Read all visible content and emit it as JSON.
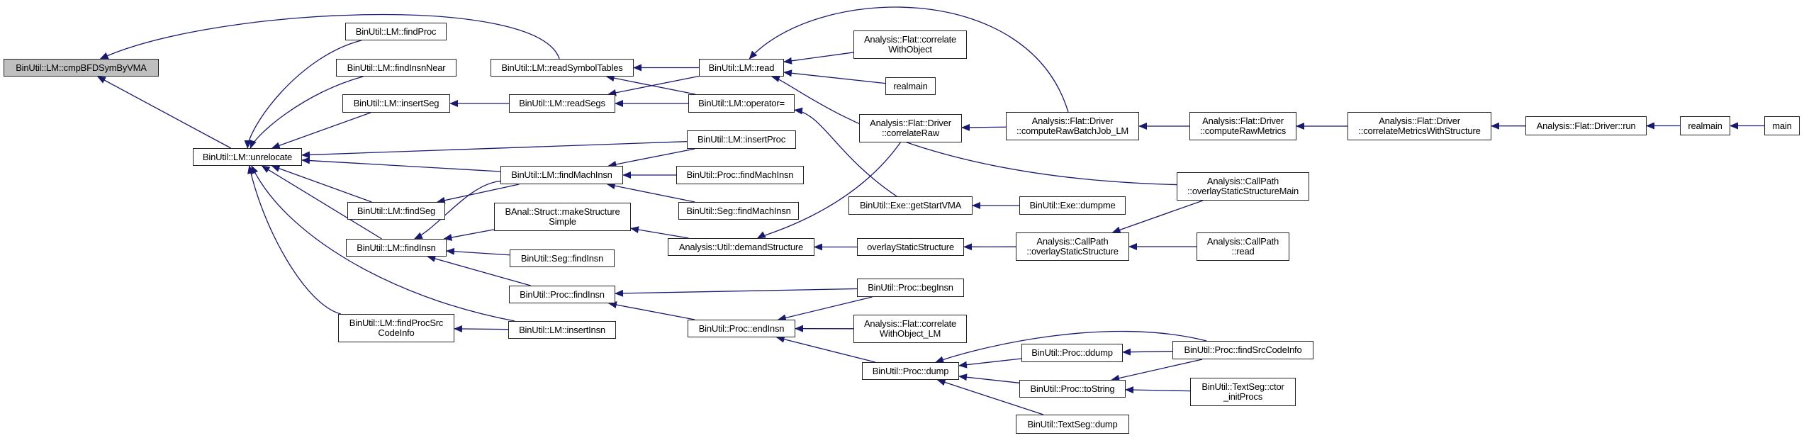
{
  "diagram": {
    "type": "doxygen-caller-graph",
    "root": "n0",
    "colors": {
      "edge": "#191970",
      "root_fill": "#bfbfbf",
      "node_fill": "#ffffff",
      "node_border": "#222222"
    },
    "nodes": [
      {
        "id": "n0",
        "label": "BinUtil::LM::cmpBFDSymByVMA"
      },
      {
        "id": "n1",
        "label": "BinUtil::LM::unrelocate"
      },
      {
        "id": "n2",
        "label": "BinUtil::LM::findProc"
      },
      {
        "id": "n3",
        "label": "BinUtil::LM::findInsnNear"
      },
      {
        "id": "n4",
        "label": "BinUtil::LM::insertSeg"
      },
      {
        "id": "n5",
        "label": "BinUtil::LM::findSeg"
      },
      {
        "id": "n6",
        "label": "BinUtil::LM::findInsn"
      },
      {
        "id": "n7",
        "label": "BinUtil::LM::findProcSrc\nCodeInfo"
      },
      {
        "id": "n8",
        "label": "BinUtil::LM::readSymbolTables"
      },
      {
        "id": "n9",
        "label": "BinUtil::LM::readSegs"
      },
      {
        "id": "n10",
        "label": "BinUtil::LM::findMachInsn"
      },
      {
        "id": "n11",
        "label": "BAnal::Struct::makeStructure\nSimple"
      },
      {
        "id": "n12",
        "label": "BinUtil::Seg::findInsn"
      },
      {
        "id": "n13",
        "label": "BinUtil::Proc::findInsn"
      },
      {
        "id": "n14",
        "label": "BinUtil::LM::insertInsn"
      },
      {
        "id": "n15",
        "label": "BinUtil::LM::read"
      },
      {
        "id": "n16",
        "label": "BinUtil::LM::operator="
      },
      {
        "id": "n17",
        "label": "BinUtil::LM::insertProc"
      },
      {
        "id": "n18",
        "label": "BinUtil::Proc::findMachInsn"
      },
      {
        "id": "n19",
        "label": "BinUtil::Seg::findMachInsn"
      },
      {
        "id": "n20",
        "label": "Analysis::Util::demandStructure"
      },
      {
        "id": "n21",
        "label": "BinUtil::Proc::endInsn"
      },
      {
        "id": "n22",
        "label": "Analysis::Flat::correlate\nWithObject"
      },
      {
        "id": "n23",
        "label": "realmain"
      },
      {
        "id": "n24",
        "label": "Analysis::Flat::Driver\n::correlateRaw"
      },
      {
        "id": "n25",
        "label": "BinUtil::Exe::getStartVMA"
      },
      {
        "id": "n26",
        "label": "overlayStaticStructure"
      },
      {
        "id": "n27",
        "label": "BinUtil::Proc::begInsn"
      },
      {
        "id": "n28",
        "label": "Analysis::Flat::correlate\nWithObject_LM"
      },
      {
        "id": "n29",
        "label": "BinUtil::Proc::dump"
      },
      {
        "id": "n30",
        "label": "Analysis::Flat::Driver\n::computeRawBatchJob_LM"
      },
      {
        "id": "n31",
        "label": "BinUtil::Exe::dumpme"
      },
      {
        "id": "n32",
        "label": "Analysis::CallPath\n::overlayStaticStructure"
      },
      {
        "id": "n33",
        "label": "BinUtil::Proc::ddump"
      },
      {
        "id": "n34",
        "label": "BinUtil::Proc::toString"
      },
      {
        "id": "n35",
        "label": "BinUtil::TextSeg::dump"
      },
      {
        "id": "n36",
        "label": "Analysis::Flat::Driver\n::computeRawMetrics"
      },
      {
        "id": "n37",
        "label": "Analysis::CallPath\n::overlayStaticStructureMain"
      },
      {
        "id": "n38",
        "label": "Analysis::CallPath\n::read"
      },
      {
        "id": "n39",
        "label": "BinUtil::Proc::findSrcCodeInfo"
      },
      {
        "id": "n40",
        "label": "BinUtil::TextSeg::ctor\n_initProcs"
      },
      {
        "id": "n41",
        "label": "Analysis::Flat::Driver\n::correlateMetricsWithStructure"
      },
      {
        "id": "n42",
        "label": "Analysis::Flat::Driver::run"
      },
      {
        "id": "n43",
        "label": "realmain"
      },
      {
        "id": "n44",
        "label": "main"
      }
    ],
    "edges": [
      {
        "from": "n1",
        "to": "n0"
      },
      {
        "from": "n8",
        "to": "n0"
      },
      {
        "from": "n2",
        "to": "n1"
      },
      {
        "from": "n3",
        "to": "n1"
      },
      {
        "from": "n4",
        "to": "n1"
      },
      {
        "from": "n17",
        "to": "n1"
      },
      {
        "from": "n10",
        "to": "n1"
      },
      {
        "from": "n5",
        "to": "n1"
      },
      {
        "from": "n6",
        "to": "n1"
      },
      {
        "from": "n14",
        "to": "n1"
      },
      {
        "from": "n7",
        "to": "n1"
      },
      {
        "from": "n9",
        "to": "n4"
      },
      {
        "from": "n15",
        "to": "n8"
      },
      {
        "from": "n16",
        "to": "n8"
      },
      {
        "from": "n15",
        "to": "n9"
      },
      {
        "from": "n16",
        "to": "n9"
      },
      {
        "from": "n10",
        "to": "n5"
      },
      {
        "from": "n10",
        "to": "n6"
      },
      {
        "from": "n11",
        "to": "n6"
      },
      {
        "from": "n12",
        "to": "n6"
      },
      {
        "from": "n13",
        "to": "n6"
      },
      {
        "from": "n14",
        "to": "n7"
      },
      {
        "from": "n17",
        "to": "n10"
      },
      {
        "from": "n18",
        "to": "n10"
      },
      {
        "from": "n19",
        "to": "n10"
      },
      {
        "from": "n20",
        "to": "n11"
      },
      {
        "from": "n27",
        "to": "n13"
      },
      {
        "from": "n21",
        "to": "n13"
      },
      {
        "from": "n22",
        "to": "n15"
      },
      {
        "from": "n23",
        "to": "n15"
      },
      {
        "from": "n30",
        "to": "n15"
      },
      {
        "from": "n37",
        "to": "n15"
      },
      {
        "from": "n25",
        "to": "n16"
      },
      {
        "from": "n24",
        "to": "n20"
      },
      {
        "from": "n26",
        "to": "n20"
      },
      {
        "from": "n27",
        "to": "n21"
      },
      {
        "from": "n28",
        "to": "n21"
      },
      {
        "from": "n29",
        "to": "n21"
      },
      {
        "from": "n30",
        "to": "n24"
      },
      {
        "from": "n31",
        "to": "n25"
      },
      {
        "from": "n32",
        "to": "n26"
      },
      {
        "from": "n39",
        "to": "n29"
      },
      {
        "from": "n33",
        "to": "n29"
      },
      {
        "from": "n34",
        "to": "n29"
      },
      {
        "from": "n35",
        "to": "n29"
      },
      {
        "from": "n36",
        "to": "n30"
      },
      {
        "from": "n37",
        "to": "n32"
      },
      {
        "from": "n38",
        "to": "n32"
      },
      {
        "from": "n39",
        "to": "n33"
      },
      {
        "from": "n39",
        "to": "n34"
      },
      {
        "from": "n40",
        "to": "n34"
      },
      {
        "from": "n41",
        "to": "n36"
      },
      {
        "from": "n42",
        "to": "n41"
      },
      {
        "from": "n43",
        "to": "n42"
      },
      {
        "from": "n44",
        "to": "n43"
      }
    ]
  }
}
